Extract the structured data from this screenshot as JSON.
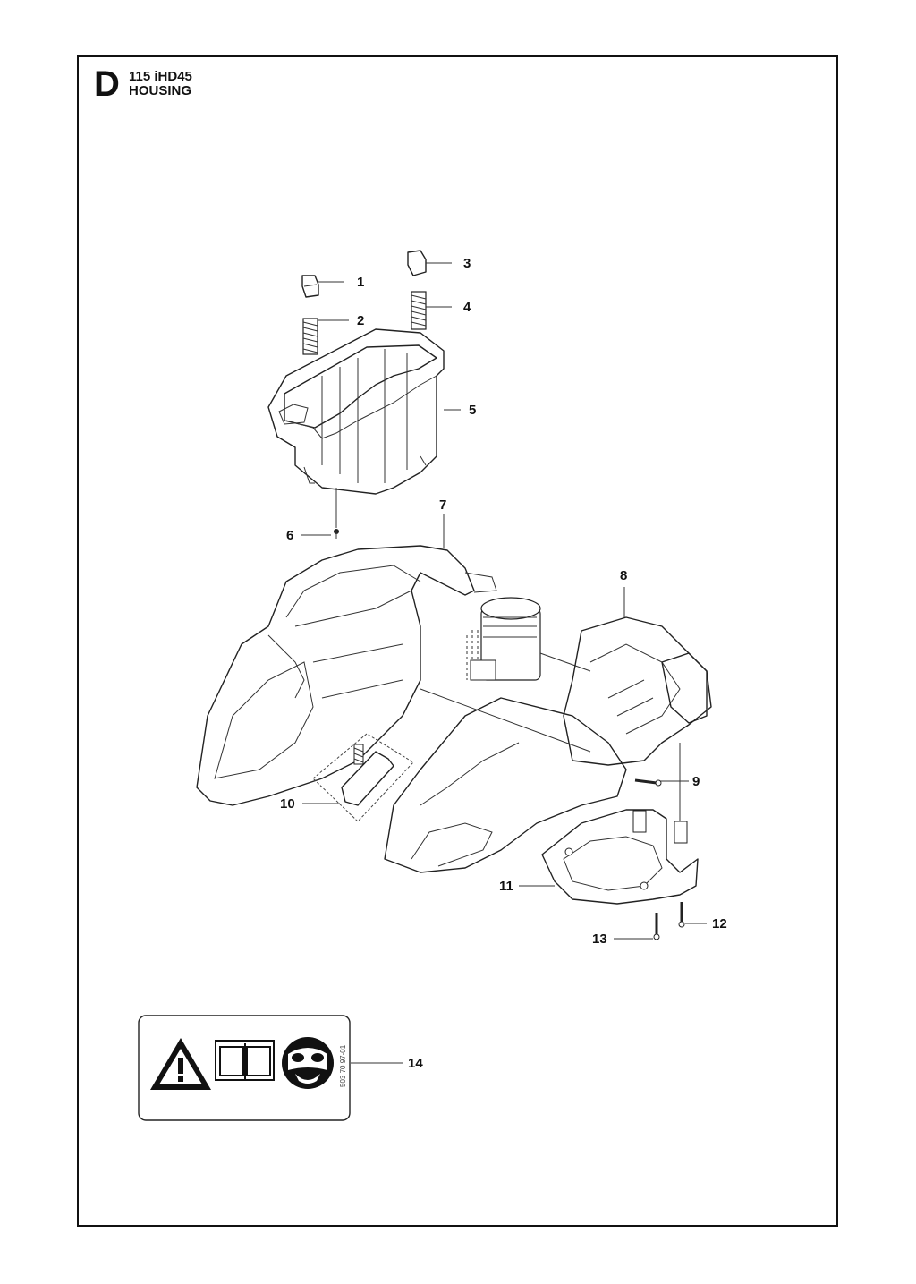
{
  "header": {
    "section_letter": "D",
    "model": "115 iHD45",
    "section_name": "HOUSING"
  },
  "callouts": [
    "1",
    "2",
    "3",
    "4",
    "5",
    "6",
    "7",
    "8",
    "9",
    "10",
    "11",
    "12",
    "13",
    "14"
  ],
  "decal": {
    "part_code": "503 70 97-01",
    "icons": [
      "warning-triangle-icon",
      "read-manual-icon",
      "protective-gear-icon"
    ]
  }
}
